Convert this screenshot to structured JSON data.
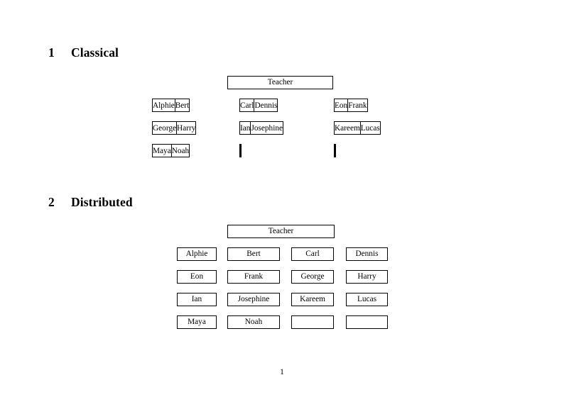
{
  "document": {
    "page_number": "1",
    "background_color": "#ffffff",
    "text_color": "#000000",
    "border_color": "#000000"
  },
  "sections": [
    {
      "number": "1",
      "title": "Classical",
      "teacher_label": "Teacher",
      "layout": "paired-cells",
      "groups": [
        {
          "rows": [
            [
              "Alphie",
              "Bert"
            ],
            [
              "George",
              "Harry"
            ],
            [
              "Maya",
              "Noah"
            ]
          ]
        },
        {
          "rows": [
            [
              "Carl",
              "Dennis"
            ],
            [
              "Ian",
              "Josephine"
            ],
            [
              "",
              ""
            ]
          ]
        },
        {
          "rows": [
            [
              "Eon",
              "Frank"
            ],
            [
              "Kareem",
              "Lucas"
            ],
            [
              "",
              ""
            ]
          ]
        }
      ]
    },
    {
      "number": "2",
      "title": "Distributed",
      "teacher_label": "Teacher",
      "layout": "single-cells",
      "rows": [
        [
          "Alphie",
          "Bert",
          "Carl",
          "Dennis"
        ],
        [
          "Eon",
          "Frank",
          "George",
          "Harry"
        ],
        [
          "Ian",
          "Josephine",
          "Kareem",
          "Lucas"
        ],
        [
          "Maya",
          "Noah",
          "",
          ""
        ]
      ]
    }
  ]
}
